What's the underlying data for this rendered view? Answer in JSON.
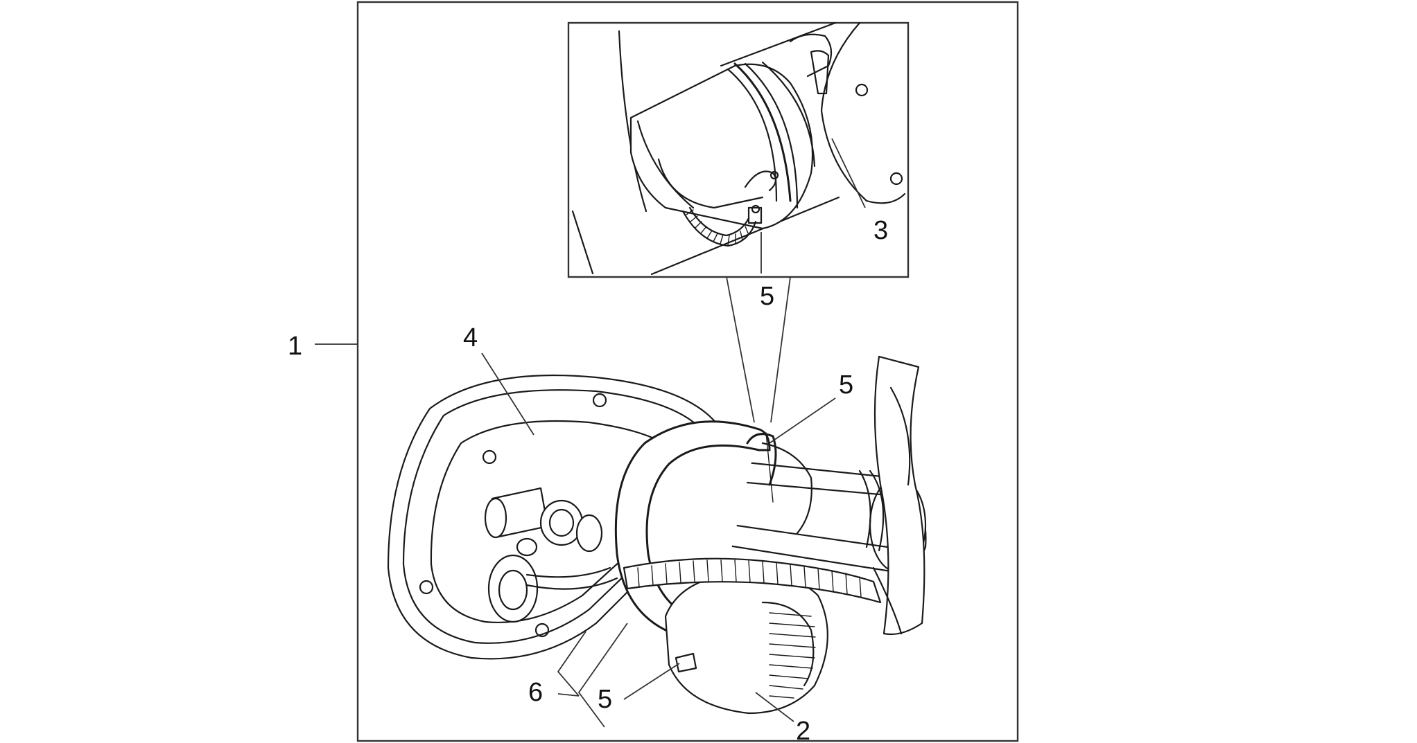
{
  "diagram": {
    "callouts": [
      {
        "id": "callout-1",
        "label": "1"
      },
      {
        "id": "callout-2",
        "label": "2"
      },
      {
        "id": "callout-3",
        "label": "3"
      },
      {
        "id": "callout-4",
        "label": "4"
      },
      {
        "id": "callout-5-inset",
        "label": "5"
      },
      {
        "id": "callout-5-upper",
        "label": "5"
      },
      {
        "id": "callout-5-lower",
        "label": "5"
      },
      {
        "id": "callout-6",
        "label": "6"
      }
    ],
    "colors": {
      "ink": "#1a1a1a",
      "frame": "#333333",
      "background": "#ffffff"
    }
  }
}
